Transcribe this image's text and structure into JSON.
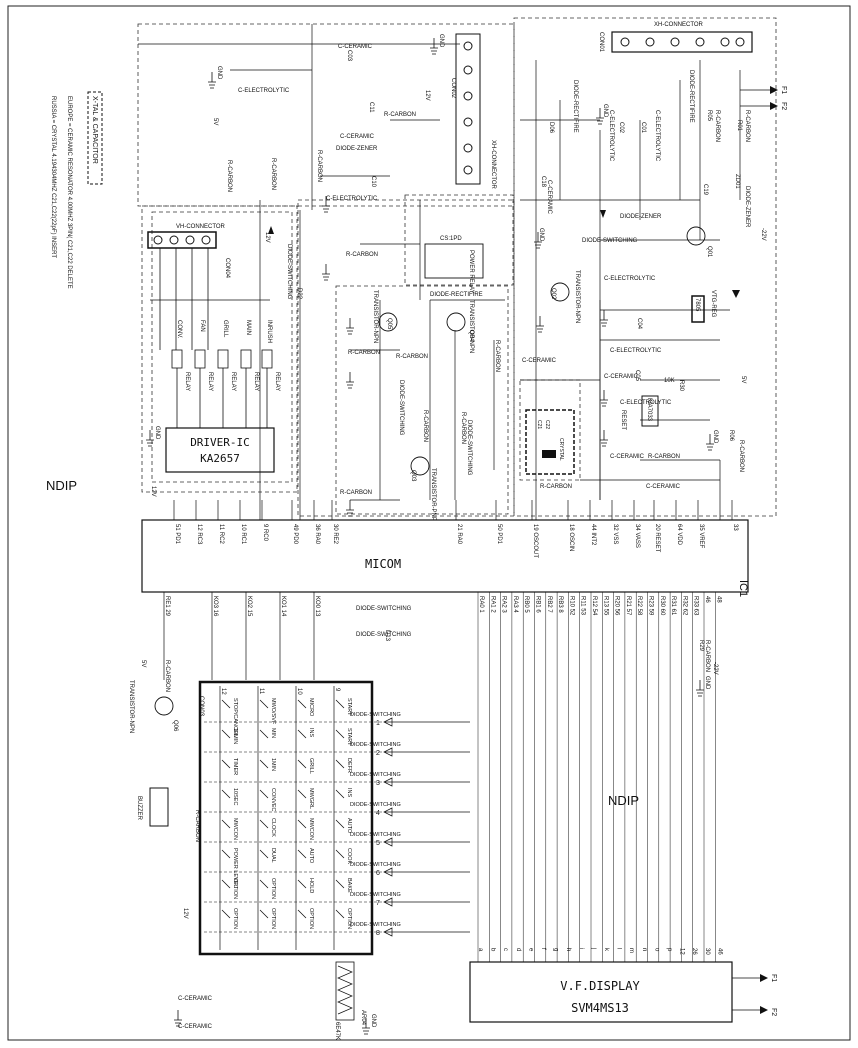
{
  "title_block": {
    "micom": "MICOM",
    "ic_ref": "IC1",
    "driver_ic": "DRIVER-IC",
    "driver_part": "KA2657",
    "vfd_name": "V.F.DISPLAY",
    "vfd_part": "SVM4MS13",
    "xtal_header": "X-TAL & CAPACITOR",
    "notes": [
      "EUROPE = CERAMIC RESONATOR 4.00MHZ 3PIN( C21,C22 DELETE",
      "RUSSIA = CRYSTAL 4.194304MHZ  C21,C22(22pF) INSERT"
    ],
    "ndip_left": "NDIP",
    "ndip_right": "NDIP"
  },
  "connectors": {
    "vh_connector": "VH-CONNECTOR",
    "xh_connector": "XH-CONNECTOR",
    "con01": "CON01",
    "con02": "CON02",
    "con04": "CON04",
    "con03": "CON03",
    "array": "AR04",
    "array_value": "6E47K"
  },
  "relays": [
    "CONV.",
    "FAN",
    "GRILL",
    "MAIN",
    "INRUSH"
  ],
  "relay_label": "RELAY",
  "power_relay": "POWER RELAY",
  "power_relay_code": "CS:1PD",
  "rails": {
    "v12": "12V",
    "v5": "5V",
    "vneg22": "-22V",
    "gnd": "GND",
    "f1": "F1",
    "f2": "F2"
  },
  "part_labels": {
    "cer": "C-CERAMIC",
    "elec": "C-ELECTROLYTIC",
    "rcarbon": "R-CARBON",
    "zener": "DIODE-ZENER",
    "dsw": "DIODE-SWITCHING",
    "drect": "DIODE-RECTIFIRE",
    "npn": "TRANSISTOR-NPN",
    "pnp": "TRANSISTOR-PNP",
    "vreg": "VTG-REG",
    "vreg_part": "7805",
    "reset": "RESET",
    "reset_part": "KIA7033",
    "buzzer": "BUZZER",
    "xtal": "CRYSTAL"
  },
  "micom_pins_top": [
    "51 PD1",
    "12 RC3",
    "11 RC2",
    "10 RC1",
    "9 RC0",
    "49 PD0",
    "36 RA0",
    "30 RE2",
    "21 RA0",
    "50 PD1",
    "19 OSCOUT",
    "18 OSCIN",
    "44 INT2",
    "32 VSS",
    "34 VASS",
    "20 RESET",
    "64 VDD",
    "35 VREF",
    "33"
  ],
  "micom_pins_bottom_left": [
    "RE1 29",
    "KO3 16",
    "KO2 15",
    "KO1 14",
    "KO0 13"
  ],
  "micom_pins_bottom_right": [
    "RA0 1",
    "RA1 2",
    "RA2 3",
    "RA3 4",
    "RB0 5",
    "RB1 6",
    "RB2 7",
    "RB3 8",
    "R10 52",
    "R11 53",
    "R12 54",
    "R13 55",
    "R20 56",
    "R21 57",
    "R22 58",
    "R23 59",
    "R30 60",
    "R31 61",
    "R32 62",
    "R33 63",
    "46",
    "48"
  ],
  "key_matrix": {
    "columns": [
      "12",
      "11",
      "10",
      "9"
    ],
    "rows": [
      "1",
      "2",
      "3",
      "4",
      "5",
      "6",
      "7",
      "8"
    ],
    "keys": [
      [
        "STOP/CANCEL",
        "MWO/SVF",
        "MICRO",
        "START"
      ],
      [
        "10MIN",
        "MIN",
        "INS",
        "START"
      ],
      [
        "TIMER",
        "1MIN",
        "GRILL",
        "DEFR"
      ],
      [
        "10SEC",
        "CONVEC",
        "MWGRL",
        "INS"
      ],
      [
        "MWCON",
        "CLOCK",
        "MWCON",
        "AUTO"
      ],
      [
        "POWER LEVEL",
        "DUAL",
        "AUTO",
        "COOK"
      ],
      [
        "OPTION",
        "OPTION",
        "HOLD",
        "BAKE"
      ],
      [
        "OPTION",
        "OPTION",
        "OPTION",
        "OPTION"
      ]
    ]
  },
  "vfd_pins": [
    "a",
    "b",
    "c",
    "d",
    "e",
    "f",
    "g",
    "h",
    "i",
    "j",
    "k",
    "l",
    "m",
    "n",
    "o",
    "p",
    "12",
    "26",
    "30",
    "46"
  ],
  "refs": {
    "q01": "Q01",
    "q02": "Q02",
    "q03": "Q03",
    "q04": "Q04",
    "q05": "Q05",
    "q06": "Q06",
    "zd01": "ZD01",
    "r01": "R01",
    "r05": "R05",
    "r06": "R06",
    "r29": "R29",
    "r30": "R30",
    "c01": "C01",
    "c02": "C02",
    "c03": "C03",
    "c04": "C04",
    "c05": "C05",
    "c10": "C10",
    "c11": "C11",
    "c18": "C18",
    "c19": "C19",
    "c21": "C21",
    "c22": "C22",
    "d06": "D06",
    "d13": "D13",
    "d22": "D22",
    "r10k": "10K"
  }
}
